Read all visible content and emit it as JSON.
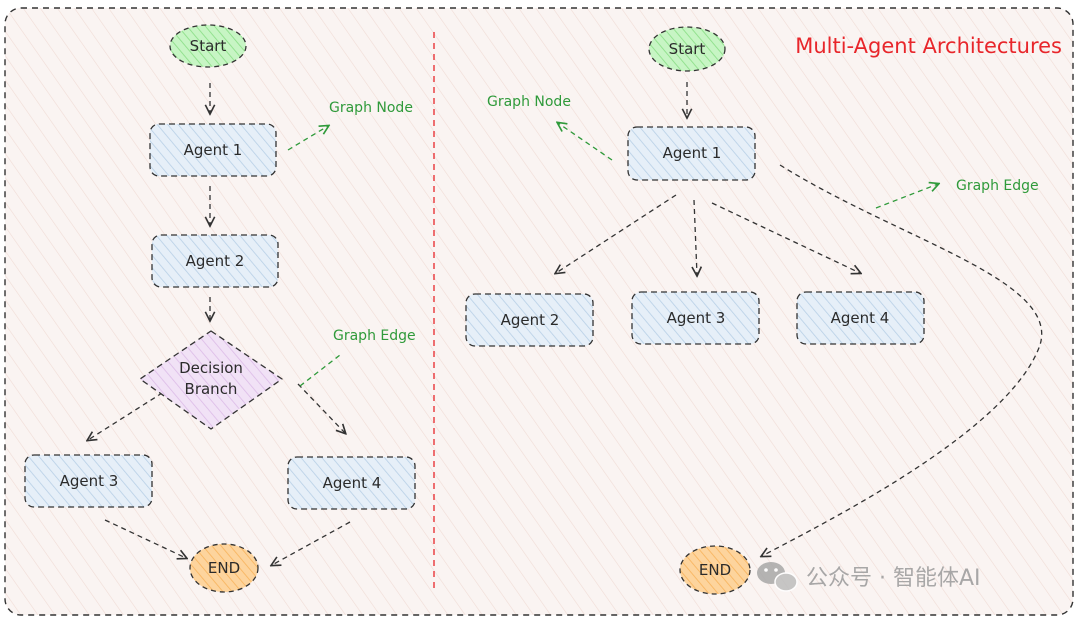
{
  "title": "Multi-Agent Architectures",
  "watermark": "公众号 · 智能体AI",
  "colors": {
    "agent_fill": "#dbe8f4",
    "start_fill": "#b7f0b5",
    "end_fill": "#fdc98a",
    "decision_fill": "#ecd7f2",
    "frame_fill": "#faf4f2",
    "annotation": "#2f9a3a",
    "title": "#e8262b",
    "divider": "#e8262b"
  },
  "left": {
    "start": "Start",
    "agent1": "Agent 1",
    "agent2": "Agent 2",
    "decision_line1": "Decision",
    "decision_line2": "Branch",
    "agent3": "Agent 3",
    "agent4": "Agent 4",
    "end": "END",
    "graph_node_label": "Graph Node",
    "graph_edge_label": "Graph Edge"
  },
  "right": {
    "start": "Start",
    "agent1": "Agent 1",
    "agent2": "Agent 2",
    "agent3": "Agent 3",
    "agent4": "Agent 4",
    "end": "END",
    "graph_node_label": "Graph Node",
    "graph_edge_label": "Graph Edge"
  }
}
